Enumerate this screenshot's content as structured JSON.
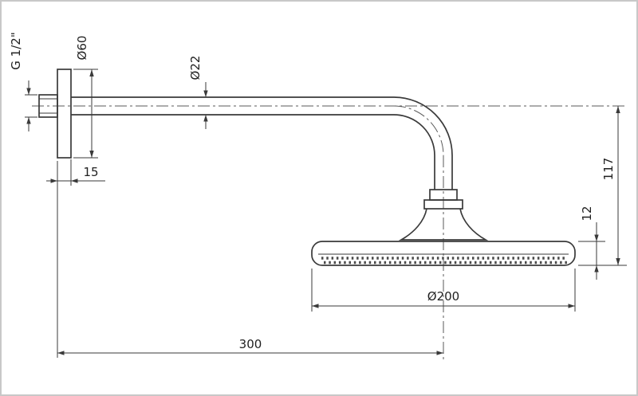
{
  "drawing": {
    "background_color": "#ffffff",
    "line_color": "#3a3a3a",
    "centerline_color": "#5a5a5a",
    "border_color": "#c8c8c8",
    "labels": {
      "thread": "G 1/2\"",
      "flange_diameter": "Ø60",
      "arm_diameter": "Ø22",
      "flange_depth": "15",
      "head_drop": "117",
      "head_thickness": "12",
      "head_diameter": "Ø200",
      "arm_reach": "300"
    }
  }
}
